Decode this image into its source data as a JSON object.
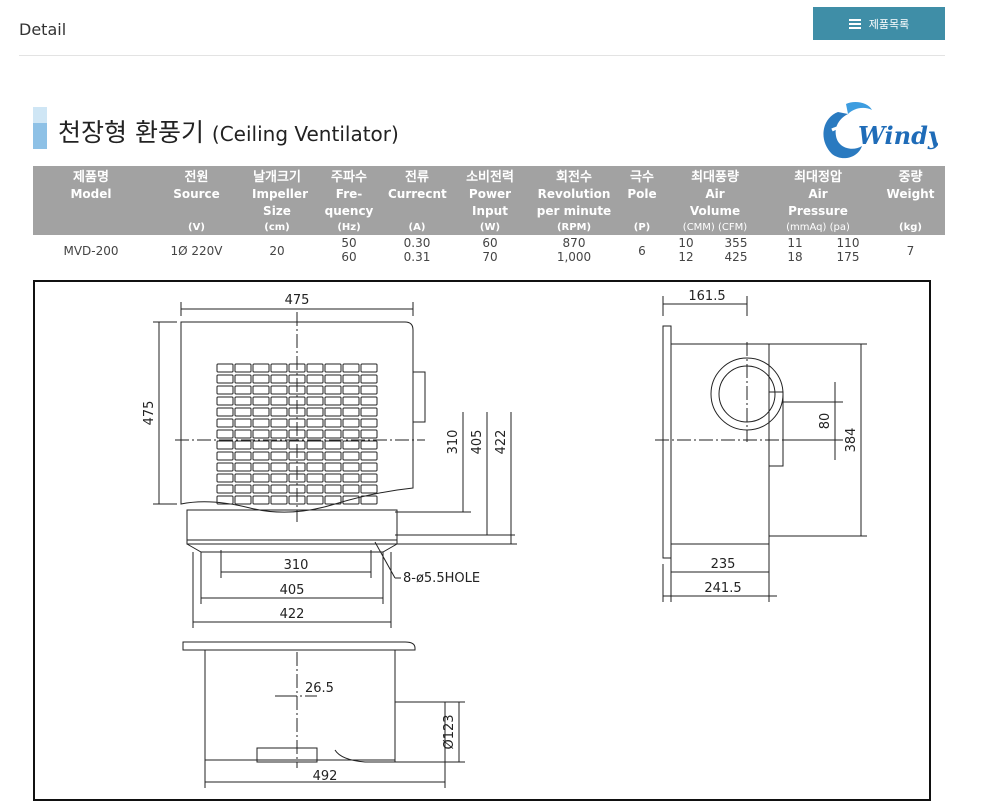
{
  "header": {
    "title": "Detail",
    "list_button": "제품목록",
    "list_icon": "list-icon"
  },
  "product": {
    "title_ko": "천장형 환풍기",
    "title_en": "(Ceiling Ventilator)",
    "brand": "Windy"
  },
  "spec_table": {
    "columns": [
      {
        "ko": "제품명",
        "en": "Model",
        "unit": ""
      },
      {
        "ko": "전원",
        "en": "Source",
        "unit": "(V)"
      },
      {
        "ko": "날개크기",
        "en": "Impeller Size",
        "unit": "(cm)"
      },
      {
        "ko": "주파수",
        "en": "Fre- quency",
        "unit": "(Hz)"
      },
      {
        "ko": "전류",
        "en": "Currecnt",
        "unit": "(A)"
      },
      {
        "ko": "소비전력",
        "en": "Power Input",
        "unit": "(W)"
      },
      {
        "ko": "회전수",
        "en": "Revolution per minute",
        "unit": "(RPM)"
      },
      {
        "ko": "극수",
        "en": "Pole",
        "unit": "(P)"
      },
      {
        "ko": "최대풍량",
        "en": "Air Volume",
        "unit": "(CMM)  (CFM)"
      },
      {
        "ko": "최대정압",
        "en": "Air Pressure",
        "unit": "(mmAq)     (pa)"
      },
      {
        "ko": "중량",
        "en": "Weight",
        "unit": "(kg)"
      }
    ],
    "row": {
      "model": "MVD-200",
      "source": "1Ø 220V",
      "impeller": "20",
      "frequency": [
        "50",
        "60"
      ],
      "current": [
        "0.30",
        "0.31"
      ],
      "power": [
        "60",
        "70"
      ],
      "rpm": [
        "870",
        "1,000"
      ],
      "pole": "6",
      "air_volume_cmm": [
        "10",
        "12"
      ],
      "air_volume_cfm": [
        "355",
        "425"
      ],
      "air_pressure_mmaq": [
        "11",
        "18"
      ],
      "air_pressure_pa": [
        "110",
        "175"
      ],
      "weight": "7"
    }
  },
  "drawing": {
    "front_top_width": "475",
    "front_left_height": "475",
    "front_dims_right": [
      "310",
      "405",
      "422"
    ],
    "front_bottom_dims": [
      "310",
      "405",
      "422"
    ],
    "hole_note": "8-ø5.5HOLE",
    "bottom_dims": [
      "26.5",
      "492"
    ],
    "duct_dia": "Ø123",
    "side_top": "161.5",
    "side_offset": "80",
    "side_height": "384",
    "side_bottom": [
      "235",
      "241.5"
    ]
  }
}
